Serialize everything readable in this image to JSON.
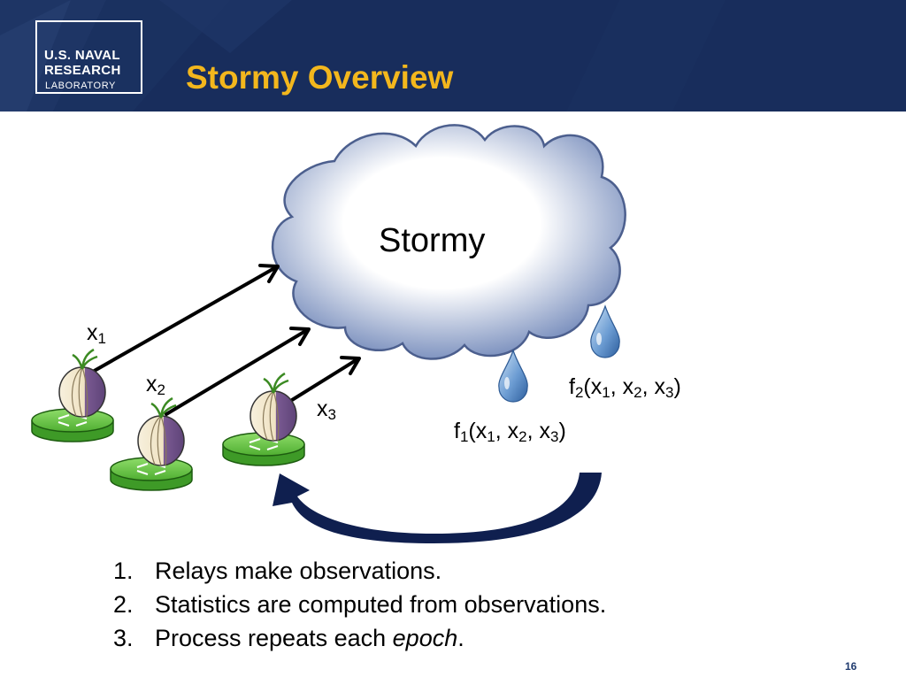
{
  "header": {
    "logo": {
      "line1": "U.S. NAVAL",
      "line2": "RESEARCH",
      "line3": "LABORATORY"
    },
    "title": "Stormy Overview"
  },
  "diagram": {
    "cloud_label": "Stormy",
    "inputs": [
      {
        "var": "x",
        "sub": "1"
      },
      {
        "var": "x",
        "sub": "2"
      },
      {
        "var": "x",
        "sub": "3"
      }
    ],
    "outputs": [
      {
        "fn": "f",
        "fn_sub": "1",
        "open": "(x",
        "a": "1",
        "sep1": ", x",
        "b": "2",
        "sep2": ", x",
        "c": "3",
        "close": ")"
      },
      {
        "fn": "f",
        "fn_sub": "2",
        "open": "(x",
        "a": "1",
        "sep1": ", x",
        "b": "2",
        "sep2": ", x",
        "c": "3",
        "close": ")"
      }
    ]
  },
  "steps": [
    {
      "num": "1.",
      "text": "Relays make observations.",
      "emph": "",
      "after": ""
    },
    {
      "num": "2.",
      "text": "Statistics are computed from observations.",
      "emph": "",
      "after": ""
    },
    {
      "num": "3.",
      "text": "Process repeats each ",
      "emph": "epoch",
      "after": "."
    }
  ],
  "page_number": "16",
  "colors": {
    "header_bg": "#182d5c",
    "title": "#f3b71d",
    "cloud_edge": "#6f86b8",
    "router": "#5fbf3c",
    "onion": "#6f4f88",
    "cycle_arrow": "#0f1f4f"
  },
  "icons": [
    "tor-onion-icon",
    "router-icon",
    "cloud-icon",
    "droplet-icon",
    "cycle-arrow-icon"
  ]
}
